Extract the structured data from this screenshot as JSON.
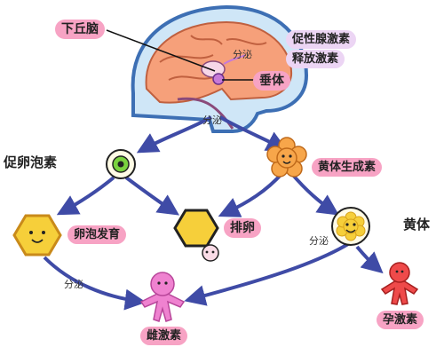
{
  "diagram": {
    "hypothalamus": "下丘脑",
    "pituitary": "垂体",
    "secrete": "分泌",
    "gnrh_line1": "促性腺激素",
    "gnrh_line2": "释放激素",
    "fsh": "促卵泡素",
    "lh": "黄体生成素",
    "follicle_dev": "卵泡发育",
    "ovulation": "排卵",
    "corpus_luteum": "黄体",
    "progesterone": "孕激素",
    "estrogen": "雌激素"
  },
  "colors": {
    "arrow": "#3f4ba6",
    "label_pink": "#f7a3c4",
    "label_lavender": "#ecd5f4",
    "orange": "#f7a64a",
    "yellow": "#f6cf3a",
    "red": "#ef4a4a",
    "pink_figure": "#ef82d0",
    "brain": "#f6a07a",
    "head_outline": "#3d6fb4"
  }
}
